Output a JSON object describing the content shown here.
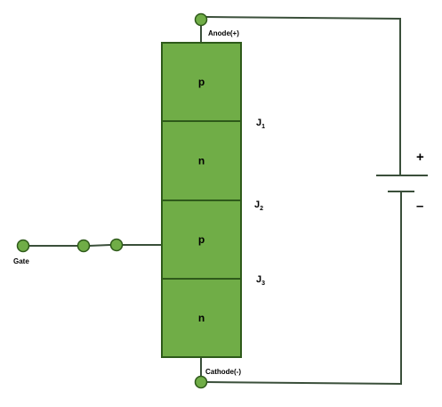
{
  "diagram": {
    "labels": {
      "anode": "Anode(+)",
      "cathode": "Cathode(-)",
      "gate": "Gate",
      "plus": "+",
      "minus": "–"
    },
    "layers": [
      "p",
      "n",
      "p",
      "n"
    ],
    "junctions": [
      {
        "letter": "J",
        "sub": "1"
      },
      {
        "letter": "J",
        "sub": "2"
      },
      {
        "letter": "J",
        "sub": "3"
      }
    ],
    "colors": {
      "layer_fill": "#70ad47",
      "layer_border": "#2e5a1a",
      "terminal_fill": "#70ad47",
      "wire": "#2f4f2f"
    }
  }
}
